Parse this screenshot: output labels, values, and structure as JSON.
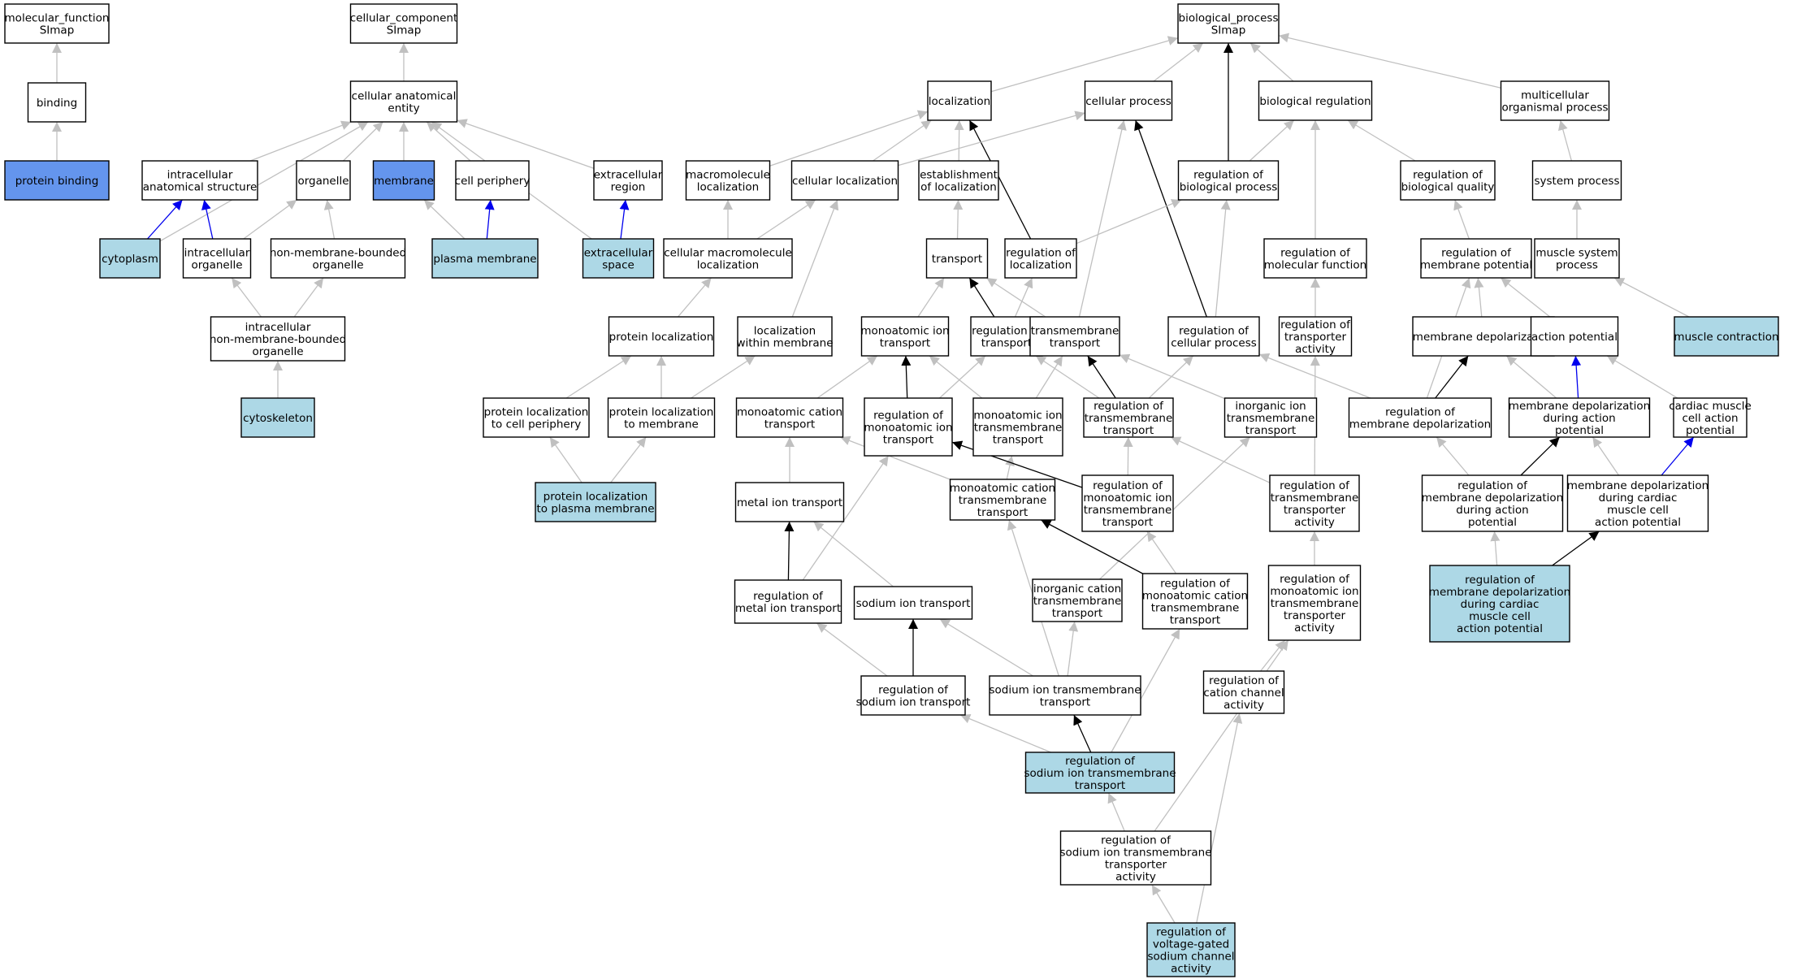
{
  "colors": {
    "default_fill": "#ffffff",
    "highlight_fill": "#add8e6",
    "accent_fill": "#6495ed",
    "edge_grey": "#c0c0c0",
    "edge_black": "#000000",
    "edge_blue": "#0000ee"
  },
  "nodes": [
    {
      "id": "mf",
      "lines": [
        "molecular_function",
        "SImap"
      ],
      "fill": "white"
    },
    {
      "id": "binding",
      "lines": [
        "binding"
      ],
      "fill": "white"
    },
    {
      "id": "protbind",
      "lines": [
        "protein binding"
      ],
      "fill": "accent"
    },
    {
      "id": "cc",
      "lines": [
        "cellular_component",
        "SImap"
      ],
      "fill": "white"
    },
    {
      "id": "cae",
      "lines": [
        "cellular anatomical",
        "entity"
      ],
      "fill": "white"
    },
    {
      "id": "ias",
      "lines": [
        "intracellular",
        "anatomical structure"
      ],
      "fill": "white"
    },
    {
      "id": "organelle",
      "lines": [
        "organelle"
      ],
      "fill": "white"
    },
    {
      "id": "membrane",
      "lines": [
        "membrane"
      ],
      "fill": "accent"
    },
    {
      "id": "cellperiph",
      "lines": [
        "cell periphery"
      ],
      "fill": "white"
    },
    {
      "id": "extreg",
      "lines": [
        "extracellular",
        "region"
      ],
      "fill": "white"
    },
    {
      "id": "cytoplasm",
      "lines": [
        "cytoplasm"
      ],
      "fill": "highlight"
    },
    {
      "id": "intorg",
      "lines": [
        "intracellular",
        "organelle"
      ],
      "fill": "white"
    },
    {
      "id": "nmbo",
      "lines": [
        "non-membrane-bounded",
        "organelle"
      ],
      "fill": "white"
    },
    {
      "id": "plasmamem",
      "lines": [
        "plasma membrane"
      ],
      "fill": "highlight"
    },
    {
      "id": "extspace",
      "lines": [
        "extracellular",
        "space"
      ],
      "fill": "highlight"
    },
    {
      "id": "inmbo",
      "lines": [
        "intracellular",
        "non-membrane-bounded",
        "organelle"
      ],
      "fill": "white"
    },
    {
      "id": "cytoskel",
      "lines": [
        "cytoskeleton"
      ],
      "fill": "highlight"
    },
    {
      "id": "bp",
      "lines": [
        "biological_process",
        "SImap"
      ],
      "fill": "white"
    },
    {
      "id": "localization",
      "lines": [
        "localization"
      ],
      "fill": "white"
    },
    {
      "id": "cellproc",
      "lines": [
        "cellular process"
      ],
      "fill": "white"
    },
    {
      "id": "bioreg",
      "lines": [
        "biological regulation"
      ],
      "fill": "white"
    },
    {
      "id": "multi",
      "lines": [
        "multicellular",
        "organismal process"
      ],
      "fill": "white"
    },
    {
      "id": "macroloc",
      "lines": [
        "macromolecule",
        "localization"
      ],
      "fill": "white"
    },
    {
      "id": "cellloc",
      "lines": [
        "cellular localization"
      ],
      "fill": "white"
    },
    {
      "id": "estloc",
      "lines": [
        "establishment",
        "of localization"
      ],
      "fill": "white"
    },
    {
      "id": "regbp",
      "lines": [
        "regulation of",
        "biological process"
      ],
      "fill": "white"
    },
    {
      "id": "regbq",
      "lines": [
        "regulation of",
        "biological quality"
      ],
      "fill": "white"
    },
    {
      "id": "sysproc",
      "lines": [
        "system process"
      ],
      "fill": "white"
    },
    {
      "id": "cmacroloc",
      "lines": [
        "cellular macromolecule",
        "localization"
      ],
      "fill": "white"
    },
    {
      "id": "transport",
      "lines": [
        "transport"
      ],
      "fill": "white"
    },
    {
      "id": "regloc",
      "lines": [
        "regulation of",
        "localization"
      ],
      "fill": "white"
    },
    {
      "id": "regmf",
      "lines": [
        "regulation of",
        "molecular function"
      ],
      "fill": "white"
    },
    {
      "id": "regmp",
      "lines": [
        "regulation of",
        "membrane potential"
      ],
      "fill": "white"
    },
    {
      "id": "musclesys",
      "lines": [
        "muscle system",
        "process"
      ],
      "fill": "white"
    },
    {
      "id": "protloc",
      "lines": [
        "protein localization"
      ],
      "fill": "white"
    },
    {
      "id": "locwm",
      "lines": [
        "localization",
        "within membrane"
      ],
      "fill": "white"
    },
    {
      "id": "monoiont",
      "lines": [
        "monoatomic ion",
        "transport"
      ],
      "fill": "white"
    },
    {
      "id": "regtransport",
      "lines": [
        "regulation of",
        "transport"
      ],
      "fill": "white"
    },
    {
      "id": "tmt",
      "lines": [
        "transmembrane",
        "transport"
      ],
      "fill": "white"
    },
    {
      "id": "regcp",
      "lines": [
        "regulation of",
        "cellular process"
      ],
      "fill": "white"
    },
    {
      "id": "regta",
      "lines": [
        "regulation of",
        "transporter",
        "activity"
      ],
      "fill": "white"
    },
    {
      "id": "memdepol",
      "lines": [
        "membrane depolarization"
      ],
      "fill": "white"
    },
    {
      "id": "actpot",
      "lines": [
        "action potential"
      ],
      "fill": "white"
    },
    {
      "id": "musclecon",
      "lines": [
        "muscle contraction"
      ],
      "fill": "highlight"
    },
    {
      "id": "plcp",
      "lines": [
        "protein localization",
        "to cell periphery"
      ],
      "fill": "white"
    },
    {
      "id": "pltm",
      "lines": [
        "protein localization",
        "to membrane"
      ],
      "fill": "white"
    },
    {
      "id": "moct",
      "lines": [
        "monoatomic cation",
        "transport"
      ],
      "fill": "white"
    },
    {
      "id": "regmit",
      "lines": [
        "regulation of",
        "monoatomic ion",
        "transport"
      ],
      "fill": "white"
    },
    {
      "id": "moitt",
      "lines": [
        "monoatomic ion",
        "transmembrane",
        "transport"
      ],
      "fill": "white"
    },
    {
      "id": "regtmt",
      "lines": [
        "regulation of",
        "transmembrane",
        "transport"
      ],
      "fill": "white"
    },
    {
      "id": "iitt",
      "lines": [
        "inorganic ion",
        "transmembrane",
        "transport"
      ],
      "fill": "white"
    },
    {
      "id": "regmd",
      "lines": [
        "regulation of",
        "membrane depolarization"
      ],
      "fill": "white"
    },
    {
      "id": "mddap",
      "lines": [
        "membrane depolarization",
        "during action",
        "potential"
      ],
      "fill": "white"
    },
    {
      "id": "cmcap",
      "lines": [
        "cardiac muscle",
        "cell action",
        "potential"
      ],
      "fill": "white"
    },
    {
      "id": "plpm",
      "lines": [
        "protein localization",
        "to plasma membrane"
      ],
      "fill": "highlight"
    },
    {
      "id": "metalion",
      "lines": [
        "metal ion transport"
      ],
      "fill": "white"
    },
    {
      "id": "moctt",
      "lines": [
        "monoatomic cation",
        "transmembrane",
        "transport"
      ],
      "fill": "white"
    },
    {
      "id": "regmoitt",
      "lines": [
        "regulation of",
        "monoatomic ion",
        "transmembrane",
        "transport"
      ],
      "fill": "white"
    },
    {
      "id": "regtta",
      "lines": [
        "regulation of",
        "transmembrane",
        "transporter",
        "activity"
      ],
      "fill": "white"
    },
    {
      "id": "regmddap",
      "lines": [
        "regulation of",
        "membrane depolarization",
        "during action",
        "potential"
      ],
      "fill": "white"
    },
    {
      "id": "mddcmcap",
      "lines": [
        "membrane depolarization",
        "during cardiac",
        "muscle cell",
        "action potential"
      ],
      "fill": "white"
    },
    {
      "id": "regmetal",
      "lines": [
        "regulation of",
        "metal ion transport"
      ],
      "fill": "white"
    },
    {
      "id": "sodiumiont",
      "lines": [
        "sodium ion transport"
      ],
      "fill": "white"
    },
    {
      "id": "icatt",
      "lines": [
        "inorganic cation",
        "transmembrane",
        "transport"
      ],
      "fill": "white"
    },
    {
      "id": "regmoctt",
      "lines": [
        "regulation of",
        "monoatomic cation",
        "transmembrane",
        "transport"
      ],
      "fill": "white"
    },
    {
      "id": "regmoitta",
      "lines": [
        "regulation of",
        "monoatomic ion",
        "transmembrane",
        "transporter",
        "activity"
      ],
      "fill": "white"
    },
    {
      "id": "regmddcm",
      "lines": [
        "regulation of",
        "membrane depolarization",
        "during cardiac",
        "muscle cell",
        "action potential"
      ],
      "fill": "highlight"
    },
    {
      "id": "regsit",
      "lines": [
        "regulation of",
        "sodium ion transport"
      ],
      "fill": "white"
    },
    {
      "id": "sitt",
      "lines": [
        "sodium ion transmembrane",
        "transport"
      ],
      "fill": "white"
    },
    {
      "id": "regcca",
      "lines": [
        "regulation of",
        "cation channel",
        "activity"
      ],
      "fill": "white"
    },
    {
      "id": "regsitt",
      "lines": [
        "regulation of",
        "sodium ion transmembrane",
        "transport"
      ],
      "fill": "highlight"
    },
    {
      "id": "regsitta",
      "lines": [
        "regulation of",
        "sodium ion transmembrane",
        "transporter",
        "activity"
      ],
      "fill": "white"
    },
    {
      "id": "regvgsca",
      "lines": [
        "regulation of",
        "voltage-gated",
        "sodium channel",
        "activity"
      ],
      "fill": "highlight"
    }
  ],
  "edges": [
    {
      "from": "binding",
      "to": "mf",
      "type": "grey"
    },
    {
      "from": "protbind",
      "to": "binding",
      "type": "grey"
    },
    {
      "from": "cae",
      "to": "cc",
      "type": "grey"
    },
    {
      "from": "ias",
      "to": "cae",
      "type": "grey"
    },
    {
      "from": "organelle",
      "to": "cae",
      "type": "grey"
    },
    {
      "from": "membrane",
      "to": "cae",
      "type": "grey"
    },
    {
      "from": "cellperiph",
      "to": "cae",
      "type": "grey"
    },
    {
      "from": "extreg",
      "to": "cae",
      "type": "grey"
    },
    {
      "from": "cytoplasm",
      "to": "cae",
      "type": "grey"
    },
    {
      "from": "extspace",
      "to": "cae",
      "type": "grey"
    },
    {
      "from": "cytoplasm",
      "to": "ias",
      "type": "blue"
    },
    {
      "from": "intorg",
      "to": "ias",
      "type": "blue"
    },
    {
      "from": "intorg",
      "to": "organelle",
      "type": "grey"
    },
    {
      "from": "nmbo",
      "to": "organelle",
      "type": "grey"
    },
    {
      "from": "plasmamem",
      "to": "membrane",
      "type": "grey"
    },
    {
      "from": "plasmamem",
      "to": "cellperiph",
      "type": "blue"
    },
    {
      "from": "extspace",
      "to": "extreg",
      "type": "blue"
    },
    {
      "from": "inmbo",
      "to": "intorg",
      "type": "grey"
    },
    {
      "from": "inmbo",
      "to": "nmbo",
      "type": "grey"
    },
    {
      "from": "cytoskel",
      "to": "inmbo",
      "type": "grey"
    },
    {
      "from": "localization",
      "to": "bp",
      "type": "grey"
    },
    {
      "from": "cellproc",
      "to": "bp",
      "type": "grey"
    },
    {
      "from": "bioreg",
      "to": "bp",
      "type": "grey"
    },
    {
      "from": "multi",
      "to": "bp",
      "type": "grey"
    },
    {
      "from": "regbp",
      "to": "bp",
      "type": "black"
    },
    {
      "from": "macroloc",
      "to": "localization",
      "type": "grey"
    },
    {
      "from": "cellloc",
      "to": "localization",
      "type": "grey"
    },
    {
      "from": "estloc",
      "to": "localization",
      "type": "grey"
    },
    {
      "from": "regloc",
      "to": "localization",
      "type": "black"
    },
    {
      "from": "cellloc",
      "to": "cellproc",
      "type": "grey"
    },
    {
      "from": "tmt",
      "to": "cellproc",
      "type": "grey"
    },
    {
      "from": "regcp",
      "to": "cellproc",
      "type": "black"
    },
    {
      "from": "regbp",
      "to": "bioreg",
      "type": "grey"
    },
    {
      "from": "regbq",
      "to": "bioreg",
      "type": "grey"
    },
    {
      "from": "regmf",
      "to": "bioreg",
      "type": "grey"
    },
    {
      "from": "sysproc",
      "to": "multi",
      "type": "grey"
    },
    {
      "from": "regloc",
      "to": "regbp",
      "type": "grey"
    },
    {
      "from": "regcp",
      "to": "regbp",
      "type": "grey"
    },
    {
      "from": "regmp",
      "to": "regbq",
      "type": "grey"
    },
    {
      "from": "musclesys",
      "to": "sysproc",
      "type": "grey"
    },
    {
      "from": "cmacroloc",
      "to": "macroloc",
      "type": "grey"
    },
    {
      "from": "cmacroloc",
      "to": "cellloc",
      "type": "grey"
    },
    {
      "from": "locwm",
      "to": "cellloc",
      "type": "grey"
    },
    {
      "from": "transport",
      "to": "estloc",
      "type": "grey"
    },
    {
      "from": "regtransport",
      "to": "regloc",
      "type": "grey"
    },
    {
      "from": "regta",
      "to": "regmf",
      "type": "grey"
    },
    {
      "from": "memdepol",
      "to": "regmp",
      "type": "grey"
    },
    {
      "from": "actpot",
      "to": "regmp",
      "type": "grey"
    },
    {
      "from": "regmd",
      "to": "regmp",
      "type": "grey"
    },
    {
      "from": "musclecon",
      "to": "musclesys",
      "type": "grey"
    },
    {
      "from": "protloc",
      "to": "cmacroloc",
      "type": "grey"
    },
    {
      "from": "monoiont",
      "to": "transport",
      "type": "grey"
    },
    {
      "from": "regtransport",
      "to": "transport",
      "type": "black"
    },
    {
      "from": "tmt",
      "to": "transport",
      "type": "grey"
    },
    {
      "from": "plcp",
      "to": "protloc",
      "type": "grey"
    },
    {
      "from": "pltm",
      "to": "protloc",
      "type": "grey"
    },
    {
      "from": "pltm",
      "to": "locwm",
      "type": "grey"
    },
    {
      "from": "moct",
      "to": "monoiont",
      "type": "grey"
    },
    {
      "from": "regmit",
      "to": "monoiont",
      "type": "black"
    },
    {
      "from": "moitt",
      "to": "monoiont",
      "type": "grey"
    },
    {
      "from": "regmit",
      "to": "regtransport",
      "type": "grey"
    },
    {
      "from": "regtmt",
      "to": "regtransport",
      "type": "grey"
    },
    {
      "from": "moitt",
      "to": "tmt",
      "type": "grey"
    },
    {
      "from": "regtmt",
      "to": "tmt",
      "type": "black"
    },
    {
      "from": "iitt",
      "to": "tmt",
      "type": "grey"
    },
    {
      "from": "regtmt",
      "to": "regcp",
      "type": "grey"
    },
    {
      "from": "regmd",
      "to": "regcp",
      "type": "grey"
    },
    {
      "from": "regtta",
      "to": "regta",
      "type": "grey"
    },
    {
      "from": "regmd",
      "to": "memdepol",
      "type": "black"
    },
    {
      "from": "mddap",
      "to": "memdepol",
      "type": "grey"
    },
    {
      "from": "mddap",
      "to": "actpot",
      "type": "blue"
    },
    {
      "from": "cmcap",
      "to": "actpot",
      "type": "grey"
    },
    {
      "from": "plpm",
      "to": "plcp",
      "type": "grey"
    },
    {
      "from": "plpm",
      "to": "pltm",
      "type": "grey"
    },
    {
      "from": "metalion",
      "to": "moct",
      "type": "grey"
    },
    {
      "from": "moctt",
      "to": "moct",
      "type": "grey"
    },
    {
      "from": "moctt",
      "to": "moitt",
      "type": "grey"
    },
    {
      "from": "regmoitt",
      "to": "regmit",
      "type": "black"
    },
    {
      "from": "regmetal",
      "to": "regmit",
      "type": "grey"
    },
    {
      "from": "regmoitt",
      "to": "regtmt",
      "type": "grey"
    },
    {
      "from": "regtta",
      "to": "regtmt",
      "type": "grey"
    },
    {
      "from": "icatt",
      "to": "iitt",
      "type": "grey"
    },
    {
      "from": "regmddap",
      "to": "regmd",
      "type": "grey"
    },
    {
      "from": "regmddap",
      "to": "mddap",
      "type": "black"
    },
    {
      "from": "mddcmcap",
      "to": "mddap",
      "type": "grey"
    },
    {
      "from": "mddcmcap",
      "to": "cmcap",
      "type": "blue"
    },
    {
      "from": "regmetal",
      "to": "metalion",
      "type": "black"
    },
    {
      "from": "sodiumiont",
      "to": "metalion",
      "type": "grey"
    },
    {
      "from": "regmoctt",
      "to": "moctt",
      "type": "black"
    },
    {
      "from": "sitt",
      "to": "moctt",
      "type": "grey"
    },
    {
      "from": "regmoctt",
      "to": "regmoitt",
      "type": "grey"
    },
    {
      "from": "regmoitta",
      "to": "regtta",
      "type": "grey"
    },
    {
      "from": "regmddcm",
      "to": "regmddap",
      "type": "grey"
    },
    {
      "from": "regmddcm",
      "to": "mddcmcap",
      "type": "black"
    },
    {
      "from": "regsit",
      "to": "regmetal",
      "type": "grey"
    },
    {
      "from": "regsit",
      "to": "sodiumiont",
      "type": "black"
    },
    {
      "from": "sitt",
      "to": "sodiumiont",
      "type": "grey"
    },
    {
      "from": "sitt",
      "to": "icatt",
      "type": "grey"
    },
    {
      "from": "regsitt",
      "to": "regmoctt",
      "type": "grey"
    },
    {
      "from": "regcca",
      "to": "regmoitta",
      "type": "grey"
    },
    {
      "from": "regsitt",
      "to": "regsit",
      "type": "grey"
    },
    {
      "from": "regsitt",
      "to": "sitt",
      "type": "black"
    },
    {
      "from": "regvgsca",
      "to": "regcca",
      "type": "grey"
    },
    {
      "from": "regsitta",
      "to": "regsitt",
      "type": "grey"
    },
    {
      "from": "regsitta",
      "to": "regmoitta",
      "type": "grey"
    },
    {
      "from": "regvgsca",
      "to": "regsitta",
      "type": "grey"
    }
  ]
}
